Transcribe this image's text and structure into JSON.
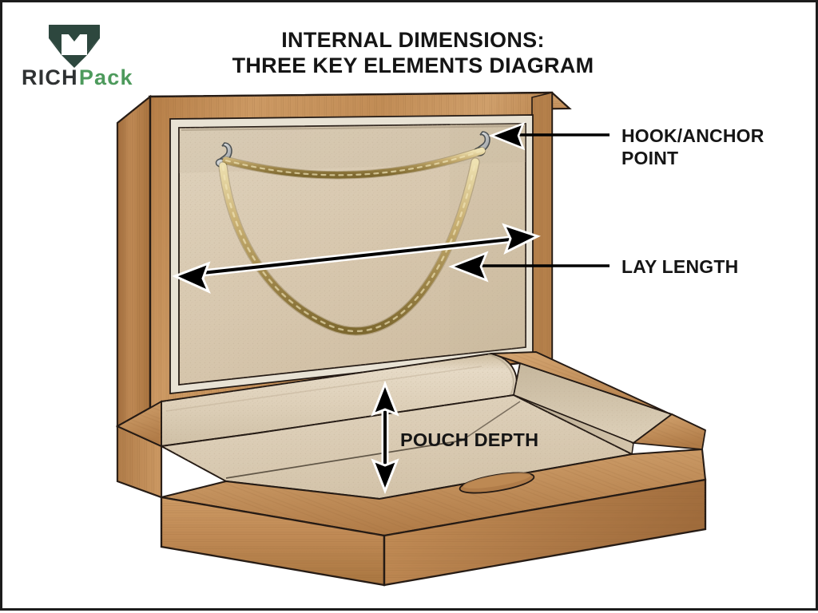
{
  "page": {
    "background_color": "#ffffff",
    "border_color": "#1c1c1c"
  },
  "brand": {
    "name": "RICHPACK",
    "word_dark": "RICH",
    "word_green": "Pack",
    "logo_icon": "diamond-gem-icon",
    "dark_color": "#2f3233",
    "green_color": "#4d9a5c"
  },
  "header": {
    "title_line_1": "INTERNAL DIMENSIONS:",
    "title_line_2": "THREE KEY ELEMENTS DIAGRAM",
    "title_color": "#151515"
  },
  "callouts": [
    {
      "id": "hook-anchor-point",
      "label_line_1": "HOOK/ANCHOR",
      "label_line_2": "POINT",
      "arrow": "single-head-left",
      "points_to": "silver hook inside lid"
    },
    {
      "id": "lay-length",
      "label_line_1": "LAY LENGTH",
      "label_line_2": "",
      "arrow": "single-head-left",
      "points_to": "chain span inside lid"
    },
    {
      "id": "pouch-depth",
      "label_line_1": "POUCH DEPTH",
      "label_line_2": "",
      "arrow": "double-head-vertical",
      "points_to": "depth of pouch in base"
    }
  ],
  "dimension_arrows": [
    {
      "id": "lay-length-span",
      "style": "double-head-horizontal",
      "color": "#000000",
      "outline_color": "#ffffff"
    },
    {
      "id": "pouch-depth-span",
      "style": "double-head-vertical",
      "color": "#000000",
      "outline_color": "#ffffff"
    }
  ],
  "illustration": {
    "subject": "open-wooden-jewelry-box",
    "parts": [
      {
        "name": "lid-panel",
        "material": "wood",
        "color": "#c08a55"
      },
      {
        "name": "lid-interior-fabric",
        "material": "suede",
        "color": "#d9c9b0"
      },
      {
        "name": "base-walls",
        "material": "wood",
        "color": "#bb8450"
      },
      {
        "name": "base-interior-pouch",
        "material": "suede",
        "color": "#ded0b9"
      },
      {
        "name": "necklace-chain",
        "material": "gold",
        "color": "#bda566"
      },
      {
        "name": "hook-left",
        "material": "metal",
        "color": "#c8cacb"
      },
      {
        "name": "hook-right",
        "material": "metal",
        "color": "#c8cacb"
      },
      {
        "name": "thumb-notch",
        "material": "wood",
        "color": "#b07c49"
      }
    ],
    "wood_colors": {
      "light": "#d2a271",
      "mid": "#c08a55",
      "dark": "#a5703f",
      "edge": "#8c5c30",
      "outline": "#241a14"
    },
    "fabric_colors": {
      "light": "#e3d6c2",
      "mid": "#d9c9b0",
      "shadow": "#bdae97"
    },
    "gold_colors": {
      "light": "#e0cd92",
      "mid": "#bda566",
      "dark": "#8d7840"
    }
  }
}
